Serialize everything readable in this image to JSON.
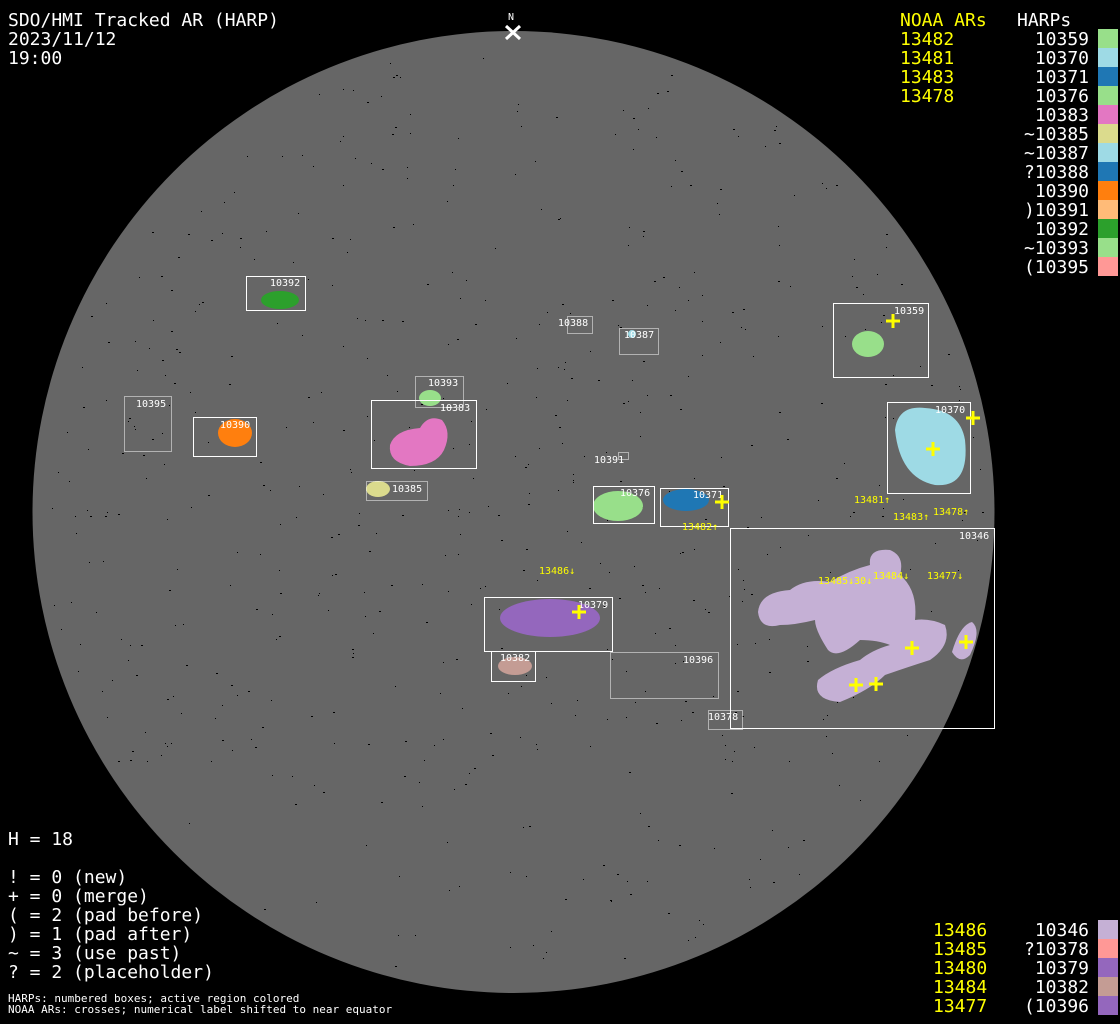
{
  "title": "SDO/HMI Tracked AR (HARP)",
  "date": "2023/11/12",
  "time": "19:00",
  "north_label": "N",
  "legend_top": {
    "noaa_header": "NOAA ARs",
    "harp_header": "HARPs",
    "noaa": [
      "13482",
      "13481",
      "13483",
      "13478"
    ],
    "harps": [
      {
        "label": "10359",
        "color": "#98df8a"
      },
      {
        "label": "10370",
        "color": "#9edae5"
      },
      {
        "label": "10371",
        "color": "#1f77b4"
      },
      {
        "label": "10376",
        "color": "#98df8a"
      },
      {
        "label": "10383",
        "color": "#e377c2"
      },
      {
        "label": "~10385",
        "color": "#dbdb8d"
      },
      {
        "label": "~10387",
        "color": "#9edae5"
      },
      {
        "label": "?10388",
        "color": "#1f77b4"
      },
      {
        "label": "10390",
        "color": "#ff7f0e"
      },
      {
        "label": ")10391",
        "color": "#ffbb78"
      },
      {
        "label": "10392",
        "color": "#2ca02c"
      },
      {
        "label": "~10393",
        "color": "#98df8a"
      },
      {
        "label": "(10395",
        "color": "#ff9896"
      }
    ]
  },
  "legend_bottom": [
    {
      "noaa": "13486",
      "harp": "10346",
      "color": "#c5b0d5"
    },
    {
      "noaa": "13485",
      "harp": "?10378",
      "color": "#ff9896"
    },
    {
      "noaa": "13480",
      "harp": "10379",
      "color": "#9467bd"
    },
    {
      "noaa": "13484",
      "harp": "10382",
      "color": "#c49c94"
    },
    {
      "noaa": "13477",
      "harp": "(10396",
      "color": "#9467bd"
    }
  ],
  "stats": {
    "h": "H = 18",
    "lines": [
      "! = 0 (new)",
      "+ = 0 (merge)",
      "( = 2 (pad before)",
      ") = 1 (pad after)",
      "~ = 3 (use past)",
      "? = 2 (placeholder)"
    ]
  },
  "footnotes": [
    "HARPs: numbered boxes; active region colored",
    "NOAA ARs: crosses; numerical label shifted to near equator"
  ],
  "map": {
    "harp_labels": {
      "h10392": "10392",
      "h10388": "10388",
      "h10387": "10387",
      "h10359": "10359",
      "h10393": "10393",
      "h10395": "10395",
      "h10390": "10390",
      "h10383": "10383",
      "h10370": "10370",
      "h10391": "10391",
      "h10385": "10385",
      "h10376": "10376",
      "h10371": "10371",
      "h10379": "10379",
      "h10382": "10382",
      "h10396": "10396",
      "h10378": "10378",
      "h10346": "10346"
    },
    "noaa_labels": {
      "n13481": "13481↑",
      "n13483": "13483↑",
      "n13478": "13478↑",
      "n13482": "13482↑",
      "n13486": "13486↓",
      "n13485": "13485↓30↓",
      "n13484": "13484↓",
      "n13477": "13477↓"
    }
  }
}
